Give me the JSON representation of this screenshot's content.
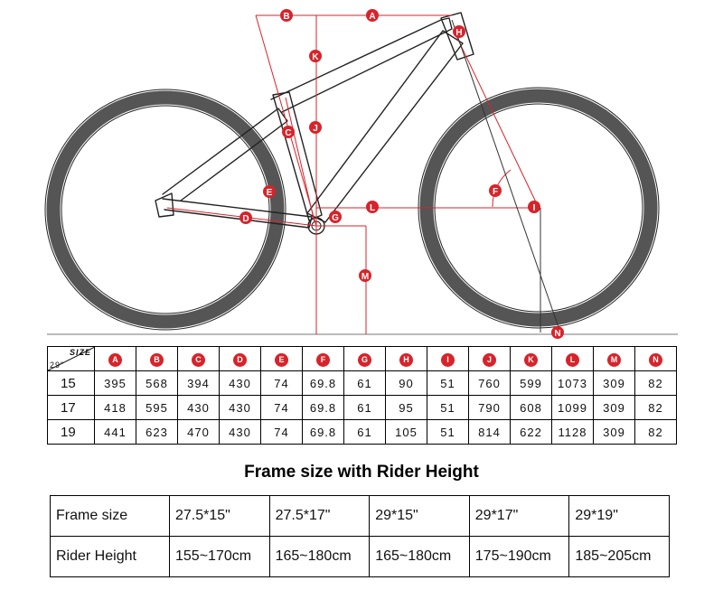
{
  "geometry": {
    "corner": {
      "size_label": "SIZE",
      "wheel_label": "29\""
    },
    "labels": [
      "A",
      "B",
      "C",
      "D",
      "E",
      "F",
      "G",
      "H",
      "I",
      "J",
      "K",
      "L",
      "M",
      "N"
    ],
    "rows": [
      {
        "size": "15",
        "values": [
          "395",
          "568",
          "394",
          "430",
          "74",
          "69.8",
          "61",
          "90",
          "51",
          "760",
          "599",
          "1073",
          "309",
          "82"
        ]
      },
      {
        "size": "17",
        "values": [
          "418",
          "595",
          "430",
          "430",
          "74",
          "69.8",
          "61",
          "95",
          "51",
          "790",
          "608",
          "1099",
          "309",
          "82"
        ]
      },
      {
        "size": "19",
        "values": [
          "441",
          "623",
          "470",
          "430",
          "74",
          "69.8",
          "61",
          "105",
          "51",
          "814",
          "622",
          "1128",
          "309",
          "82"
        ]
      }
    ]
  },
  "rider": {
    "title": "Frame size with Rider Height",
    "frame_label": "Frame size",
    "height_label": "Rider Height",
    "frame_sizes": [
      "27.5*15\"",
      "27.5*17\"",
      "29*15\"",
      "29*17\"",
      "29*19\""
    ],
    "heights": [
      "155~170cm",
      "165~180cm",
      "165~180cm",
      "175~190cm",
      "185~205cm"
    ]
  },
  "colors": {
    "accent": "#d8232a",
    "tire": "#555555"
  }
}
